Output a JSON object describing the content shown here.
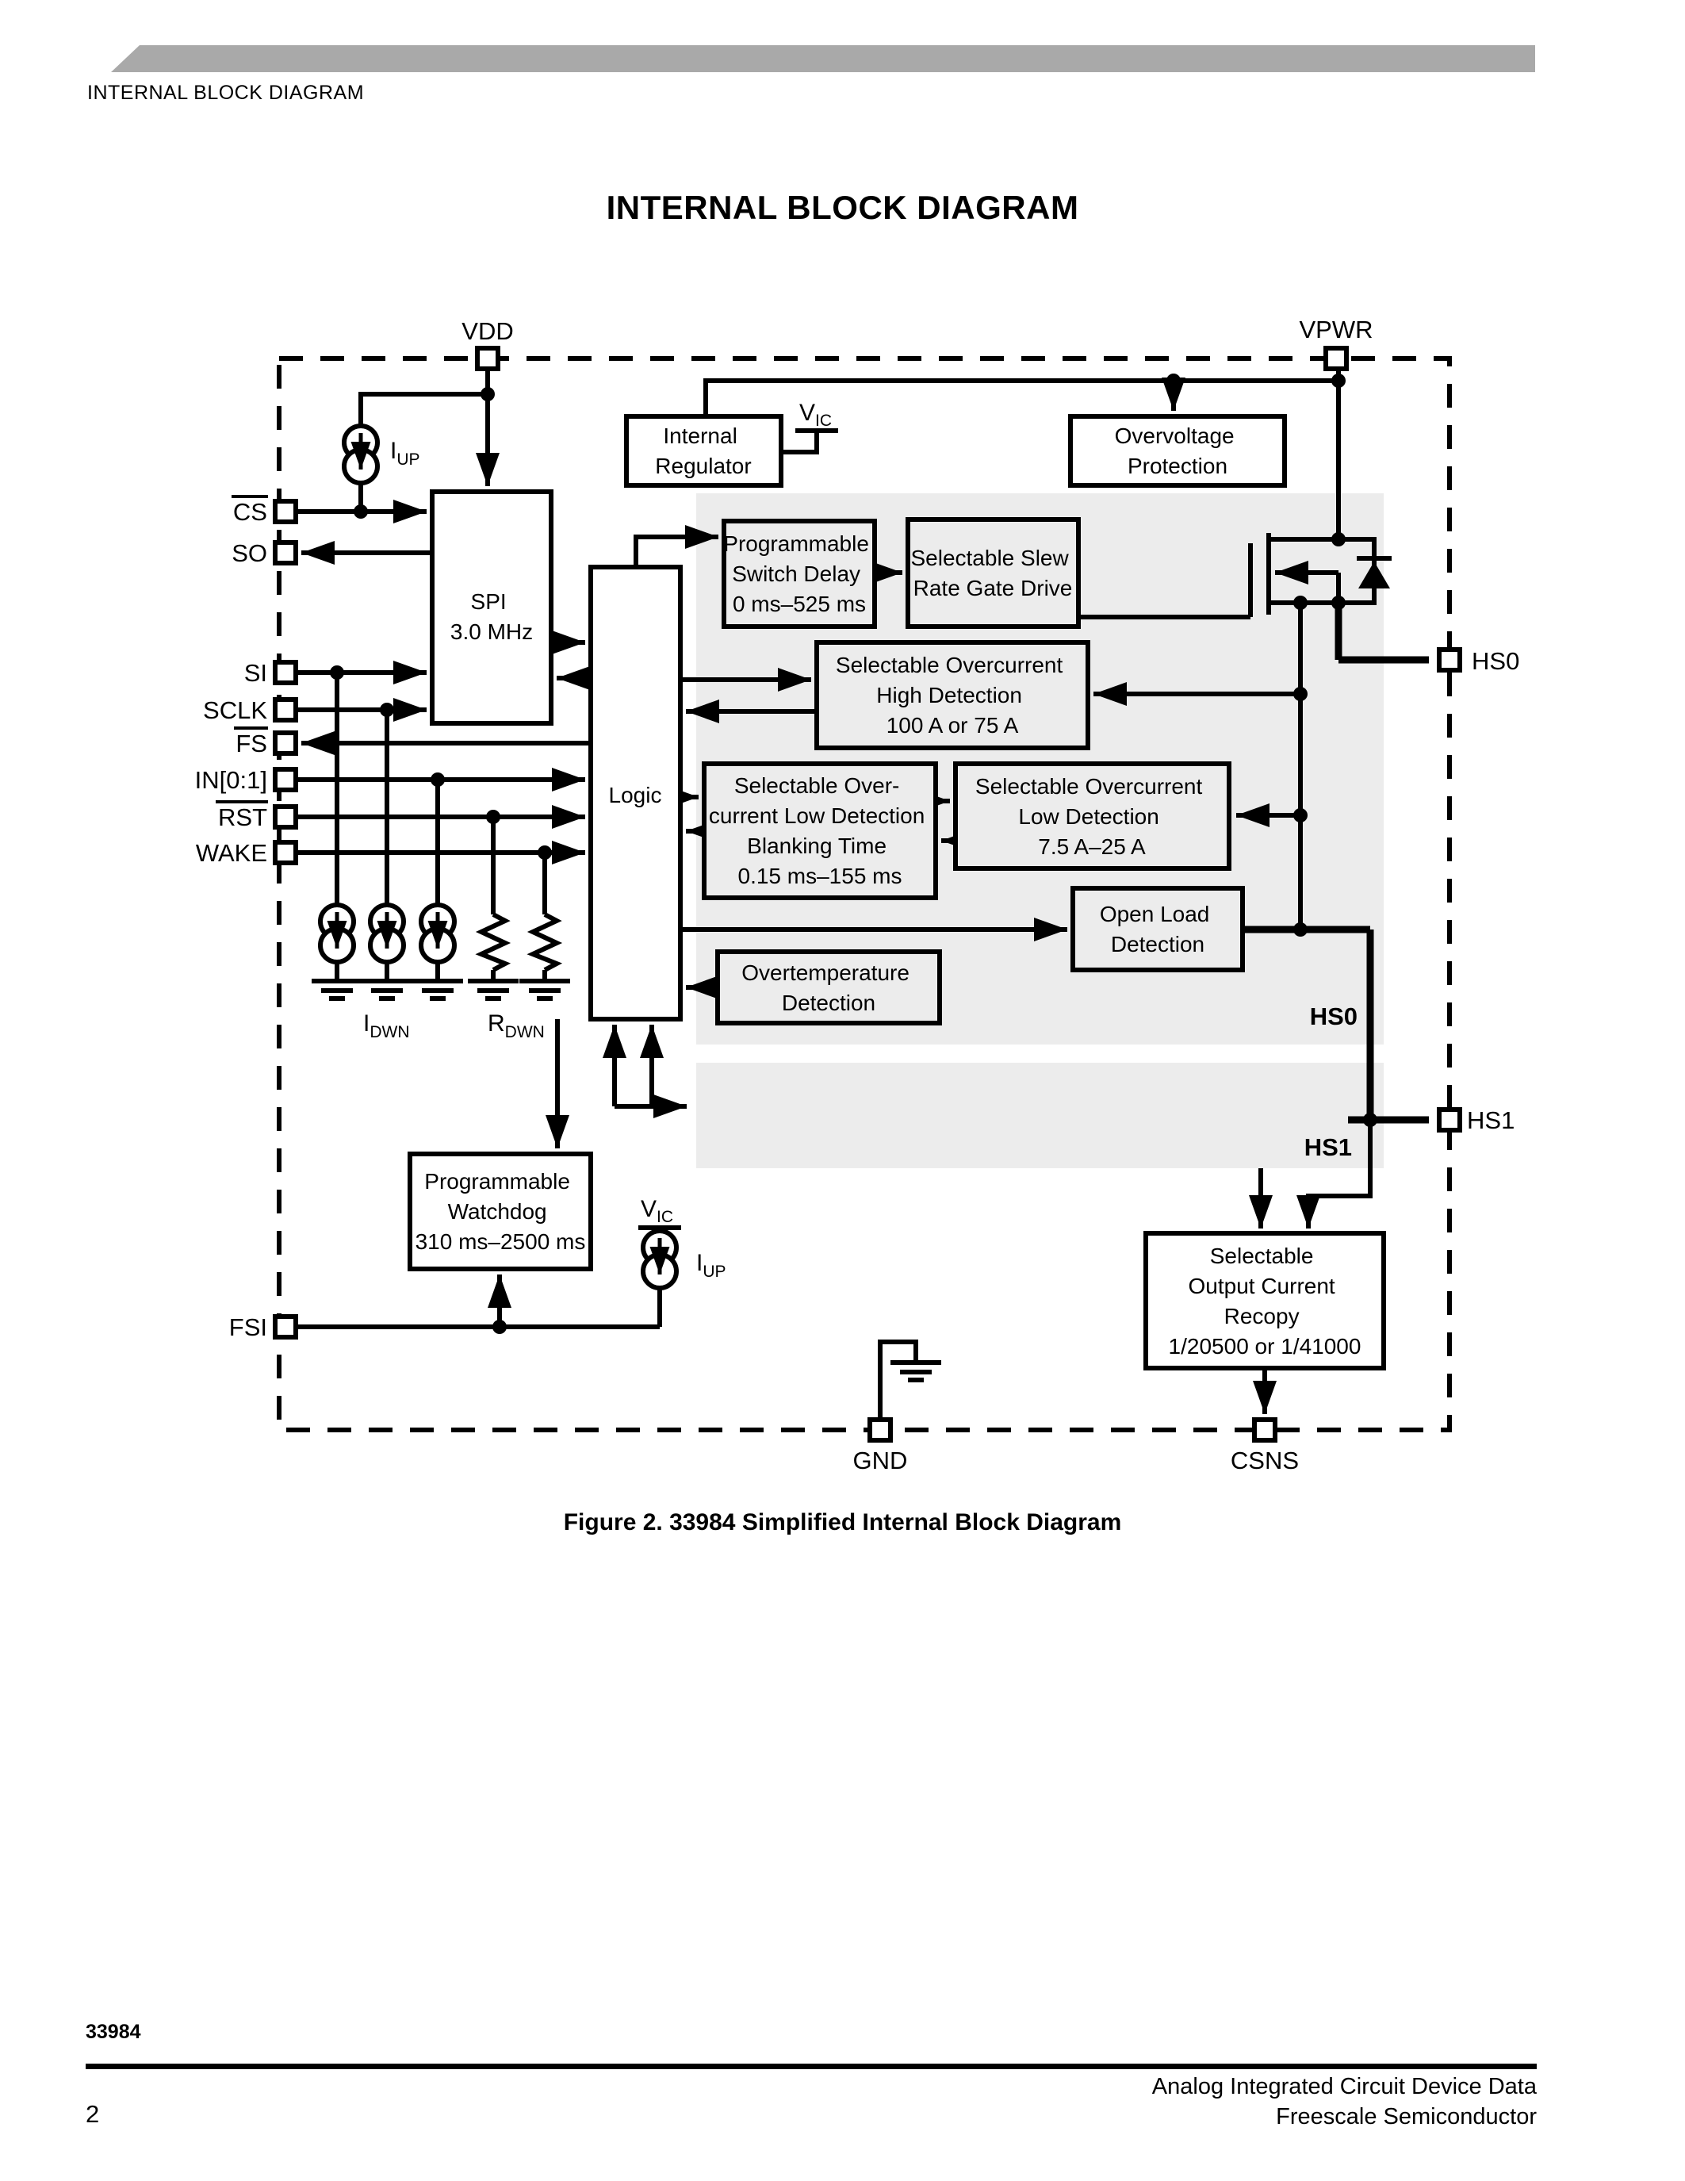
{
  "page": {
    "header": {
      "label": "INTERNAL BLOCK DIAGRAM"
    },
    "title": "INTERNAL BLOCK DIAGRAM",
    "caption": "Figure 2. 33984 Simplified Internal Block Diagram",
    "footer": {
      "part_number": "33984",
      "page_number": "2",
      "right_line1": "Analog Integrated Circuit Device Data",
      "right_line2": "Freescale Semiconductor"
    }
  },
  "diagram": {
    "colors": {
      "band": "#ececec",
      "header_bar": "#a9a9a9",
      "ink": "#000000"
    },
    "pins": {
      "vdd": "VDD",
      "vpwr": "VPWR",
      "cs": "CS",
      "so": "SO",
      "si": "SI",
      "sclk": "SCLK",
      "fs": "FS",
      "in01": "IN[0:1]",
      "rst": "RST",
      "wake": "WAKE",
      "fsi": "FSI",
      "gnd": "GND",
      "csns": "CSNS",
      "hs0": "HS0",
      "hs1": "HS1"
    },
    "blocks": {
      "internal_regulator": {
        "lines": [
          "Internal",
          "Regulator"
        ]
      },
      "overvoltage_protection": {
        "lines": [
          "Overvoltage",
          "Protection"
        ]
      },
      "spi": {
        "lines": [
          "SPI",
          "3.0 MHz"
        ]
      },
      "logic": {
        "lines": [
          "Logic"
        ]
      },
      "switch_delay": {
        "lines": [
          "Programmable",
          "Switch Delay",
          "0 ms–525 ms"
        ]
      },
      "slew_rate": {
        "lines": [
          "Selectable Slew",
          "Rate Gate Drive"
        ]
      },
      "oc_high": {
        "lines": [
          "Selectable Overcurrent",
          "High Detection",
          "100 A or 75 A"
        ]
      },
      "oc_low_blanking": {
        "lines": [
          "Selectable Over-",
          "current Low Detection",
          "Blanking Time",
          "0.15 ms–155 ms"
        ]
      },
      "oc_low": {
        "lines": [
          "Selectable Overcurrent",
          "Low Detection",
          "7.5 A–25 A"
        ]
      },
      "open_load": {
        "lines": [
          "Open Load",
          "Detection"
        ]
      },
      "overtemperature": {
        "lines": [
          "Overtemperature",
          "Detection"
        ]
      },
      "watchdog": {
        "lines": [
          "Programmable",
          "Watchdog",
          "310 ms–2500 ms"
        ]
      },
      "current_recopy": {
        "lines": [
          "Selectable",
          "Output Current",
          "Recopy",
          "1/20500 or 1/41000"
        ]
      }
    },
    "channel_labels": {
      "hs0": "HS0",
      "hs1": "HS1"
    },
    "symbols": {
      "i_up_top": {
        "base": "I",
        "sub": "UP"
      },
      "i_up_bottom": {
        "base": "I",
        "sub": "UP"
      },
      "v_ic_top": {
        "base": "V",
        "sub": "IC"
      },
      "v_ic_bottom": {
        "base": "V",
        "sub": "IC"
      },
      "i_dwn": {
        "base": "I",
        "sub": "DWN"
      },
      "r_dwn": {
        "base": "R",
        "sub": "DWN"
      }
    }
  }
}
